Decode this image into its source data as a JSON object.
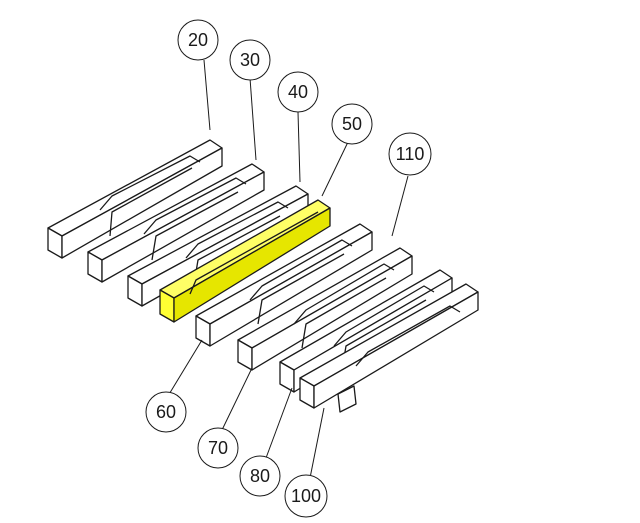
{
  "diagram": {
    "callouts": [
      {
        "id": "c20",
        "label": "20"
      },
      {
        "id": "c30",
        "label": "30"
      },
      {
        "id": "c40",
        "label": "40"
      },
      {
        "id": "c50",
        "label": "50"
      },
      {
        "id": "c110",
        "label": "110"
      },
      {
        "id": "c60",
        "label": "60"
      },
      {
        "id": "c70",
        "label": "70"
      },
      {
        "id": "c80",
        "label": "80"
      },
      {
        "id": "c100",
        "label": "100"
      }
    ],
    "highlighted_part": "50",
    "colors": {
      "highlight": "#ffff33",
      "highlight_top": "#ffff66",
      "highlight_side": "#e6e600",
      "line": "#1a1a1a"
    }
  }
}
